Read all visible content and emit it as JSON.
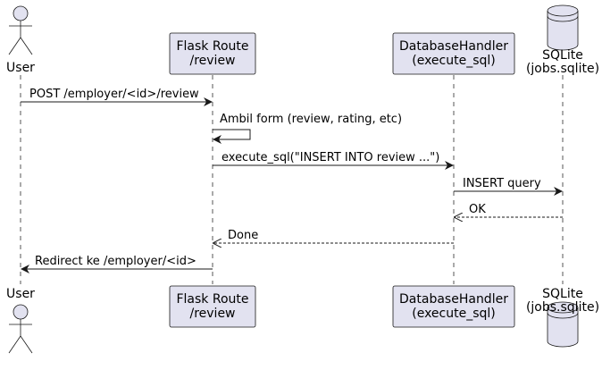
{
  "participants": [
    {
      "id": "user",
      "kind": "actor",
      "label": [
        "User"
      ]
    },
    {
      "id": "flask",
      "kind": "box",
      "label": [
        "Flask Route",
        "/review"
      ]
    },
    {
      "id": "db",
      "kind": "box",
      "label": [
        "DatabaseHandler",
        "(execute_sql)"
      ]
    },
    {
      "id": "sqlite",
      "kind": "database",
      "label": [
        "SQLite",
        "(jobs.sqlite)"
      ]
    }
  ],
  "messages": [
    {
      "from": "user",
      "to": "flask",
      "style": "solid",
      "label": "POST /employer/<id>/review"
    },
    {
      "from": "flask",
      "to": "flask",
      "style": "self",
      "label": "Ambil form (review, rating, etc)"
    },
    {
      "from": "flask",
      "to": "db",
      "style": "solid",
      "label": "execute_sql(\"INSERT INTO review ...\")"
    },
    {
      "from": "db",
      "to": "sqlite",
      "style": "solid",
      "label": "INSERT query"
    },
    {
      "from": "sqlite",
      "to": "db",
      "style": "dashed",
      "label": "OK"
    },
    {
      "from": "db",
      "to": "flask",
      "style": "dashed",
      "label": "Done"
    },
    {
      "from": "flask",
      "to": "user",
      "style": "solid",
      "label": "Redirect ke /employer/<id>"
    }
  ],
  "colors": {
    "participant_fill": "#E2E2F0",
    "border": "#181818",
    "lifeline": "#555555",
    "arrow": "#181818"
  }
}
